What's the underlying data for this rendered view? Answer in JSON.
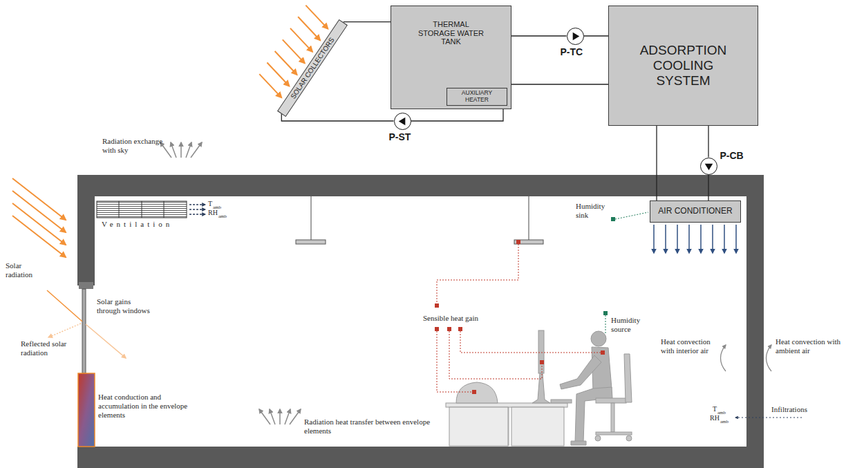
{
  "diagram": {
    "nodes": [
      {
        "text": [
          "SOLAR COLLECTORS"
        ]
      },
      {
        "text": [
          "THERMAL STORAGE WATER TANK"
        ]
      },
      {
        "text": [
          "AUXILIARY HEATER"
        ],
        "in": 1
      },
      {
        "text": [
          "P-TC"
        ]
      },
      {
        "text": [
          "ADSORPTION COOLING SYSTEM"
        ]
      },
      {
        "text": [
          "P-ST"
        ]
      },
      {
        "text": [
          "P-CB"
        ]
      },
      {
        "text": [
          "AIR CONDITIONER"
        ]
      }
    ],
    "edges": [
      {
        "from": 0,
        "to": 1,
        "arrow": "none"
      },
      {
        "from": 1,
        "to": 3,
        "arrow": "none"
      },
      {
        "from": 3,
        "to": 4,
        "arrow": "none"
      },
      {
        "from": 4,
        "to": 1,
        "arrow": "none"
      },
      {
        "from": 1,
        "to": 5,
        "arrow": "none"
      },
      {
        "from": 5,
        "to": 0,
        "arrow": "none"
      },
      {
        "from": 4,
        "to": 6,
        "arrow": "none"
      },
      {
        "from": 6,
        "to": 7,
        "arrow": "none"
      },
      {
        "from": 7,
        "to": 4,
        "arrow": "none"
      }
    ],
    "labels": [
      "Radiation exchange with sky",
      "T",
      "amb",
      "RH",
      "amb",
      "Ventilation",
      "Humidity sink",
      "Solar radiation",
      "Solar gains through windows",
      "Reflected solar radiation",
      "Sensible heat gain",
      "Humidity source",
      "Heat convection with interior air",
      "Heat convection with ambient air",
      "Heat conduction and accumulation in the envelope elements",
      "T",
      "amb",
      "RH",
      "amb",
      "Infiltrations",
      "Radiation heat transfer between envelope elements"
    ]
  }
}
